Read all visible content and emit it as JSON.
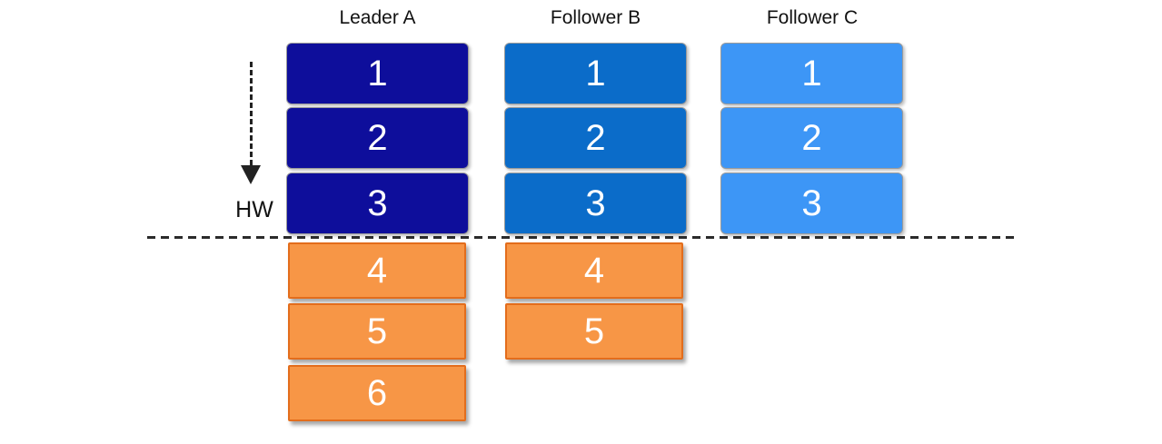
{
  "diagram": {
    "description": "Replication log high-watermark diagram",
    "hw_label": "HW",
    "columns": [
      {
        "title": "Leader A",
        "committed": [
          "1",
          "2",
          "3"
        ],
        "uncommitted": [
          "4",
          "5",
          "6"
        ]
      },
      {
        "title": "Follower B",
        "committed": [
          "1",
          "2",
          "3"
        ],
        "uncommitted": [
          "4",
          "5"
        ]
      },
      {
        "title": "Follower C",
        "committed": [
          "1",
          "2",
          "3"
        ],
        "uncommitted": []
      }
    ],
    "colors": {
      "leader_committed": "#0e0e9b",
      "follower_b_committed": "#0b6cc9",
      "follower_c_committed": "#3d96f6",
      "uncommitted_fill": "#f79646",
      "uncommitted_border": "#e36d1c",
      "hw_line": "#2b2b2b",
      "block_text": "#ffffff",
      "title_text": "#111111"
    }
  }
}
